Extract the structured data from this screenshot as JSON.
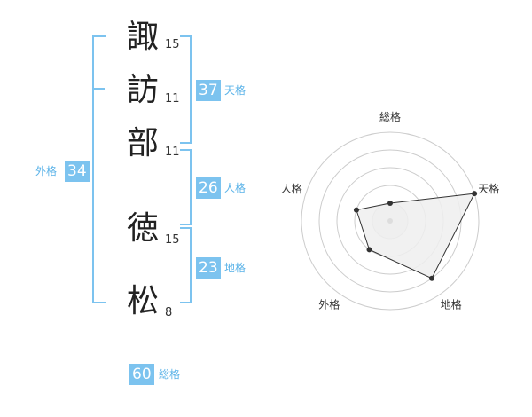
{
  "name_chars": [
    {
      "char": "諏",
      "strokes": "15"
    },
    {
      "char": "訪",
      "strokes": "11"
    },
    {
      "char": "部",
      "strokes": "11"
    },
    {
      "char": "徳",
      "strokes": "15"
    },
    {
      "char": "松",
      "strokes": "8"
    }
  ],
  "scores": {
    "tenkaku": {
      "value": "37",
      "label": "天格"
    },
    "jinkaku": {
      "value": "26",
      "label": "人格"
    },
    "chikaku": {
      "value": "23",
      "label": "地格"
    },
    "gaikaku": {
      "value": "34",
      "label": "外格"
    },
    "soukaku": {
      "value": "60",
      "label": "総格"
    }
  },
  "chart_data": {
    "type": "radar",
    "axes": [
      "総格",
      "天格",
      "地格",
      "外格",
      "人格"
    ],
    "values": [
      1,
      5,
      4,
      2,
      2
    ],
    "max": 5,
    "rings": 5,
    "colors": {
      "fill": "#eeeeee",
      "line": "#333333",
      "grid": "#cccccc",
      "center": "#dddddd"
    }
  },
  "colors": {
    "accent": "#7cc3ef",
    "label": "#5bb3e8"
  }
}
